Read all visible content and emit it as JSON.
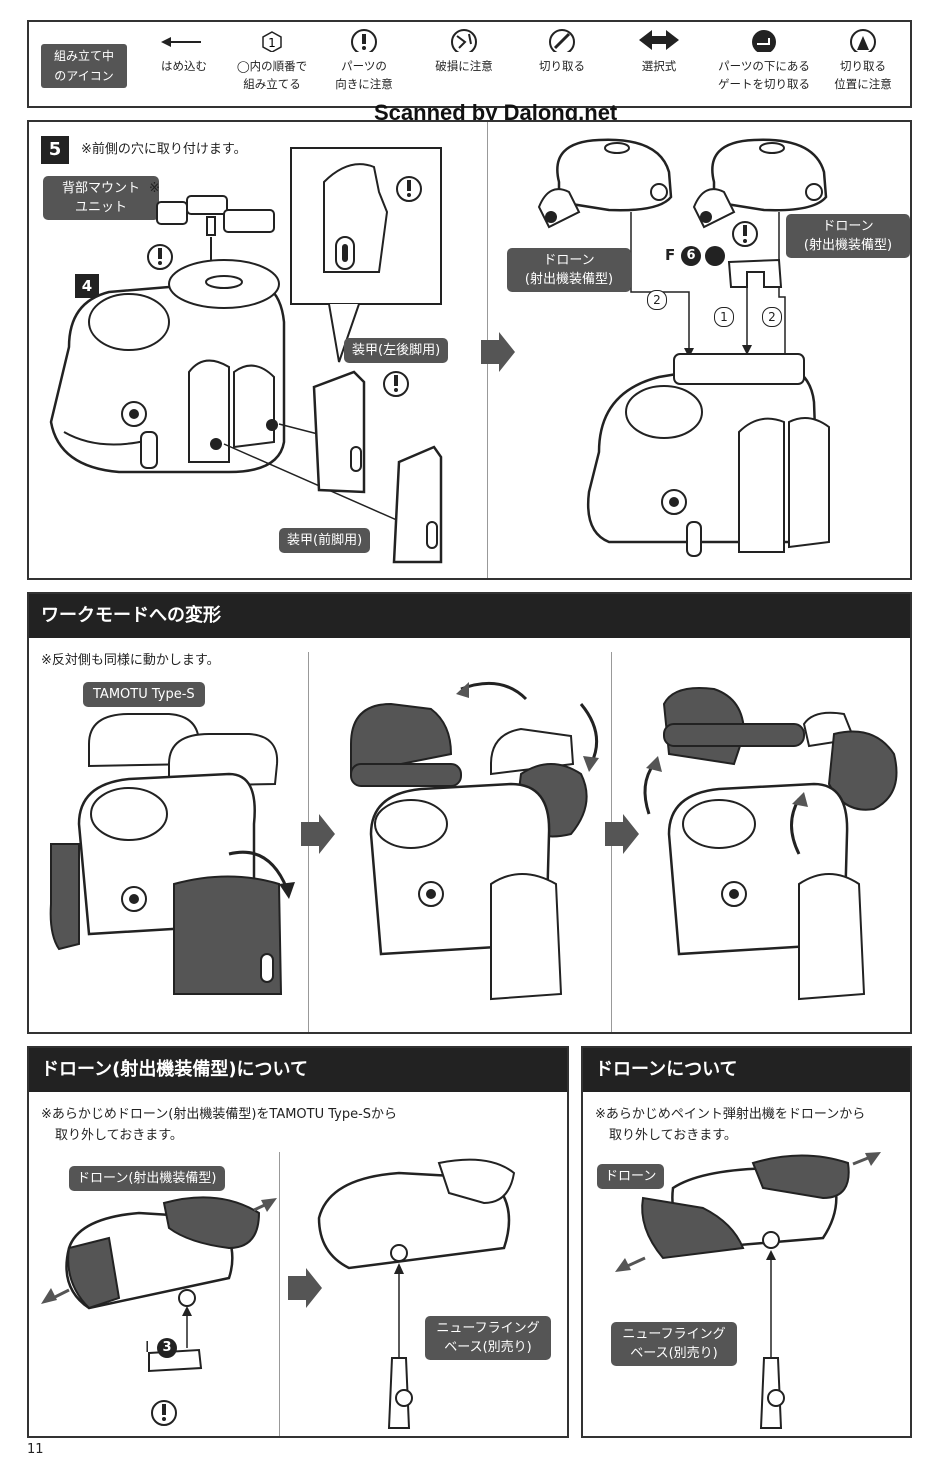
{
  "legend": {
    "badge": [
      "組み立て中",
      "のアイコン"
    ],
    "items": [
      {
        "icon": "arrow-left-icon",
        "lines": [
          "はめ込む"
        ]
      },
      {
        "icon": "circled-one-icon",
        "lines": [
          "◯内の順番で",
          "組み立てる"
        ]
      },
      {
        "icon": "exclamation-icon",
        "lines": [
          "パーツの",
          "向きに注意"
        ]
      },
      {
        "icon": "break-warning-icon",
        "lines": [
          "破損に注意"
        ]
      },
      {
        "icon": "cut-icon",
        "lines": [
          "切り取る"
        ]
      },
      {
        "icon": "double-arrow-icon",
        "lines": [
          "選択式"
        ]
      },
      {
        "icon": "gate-cut-icon",
        "lines": [
          "パーツの下にある",
          "ゲートを切り取る"
        ]
      },
      {
        "icon": "cut-position-icon",
        "lines": [
          "切り取る",
          "位置に注意"
        ]
      }
    ]
  },
  "watermark": "Scanned by Dalong.net",
  "step5": {
    "number": "5",
    "note": "※前側の穴に取り付けます。",
    "sub_step": "4",
    "labels": {
      "back_mount": [
        "背部マウント",
        "ユニット"
      ],
      "back_mount_mark": "※",
      "armor_rear": "装甲(左後脚用)",
      "armor_front": "装甲(前脚用)",
      "drone_launcher_left": [
        "ドローン",
        "(射出機装備型)"
      ],
      "drone_launcher_right": [
        "ドローン",
        "(射出機装備型)"
      ],
      "part_code": "F",
      "part_num": "6",
      "order1": "1",
      "order2a": "2",
      "order2b": "2"
    }
  },
  "work_mode": {
    "title": "ワークモードへの変形",
    "note": "※反対側も同様に動かします。",
    "model_label": "TAMOTU Type-S"
  },
  "drone_launcher": {
    "title": "ドローン(射出機装備型)について",
    "note": [
      "※あらかじめドローン(射出機装備型)をTAMOTU Type-Sから",
      "取り外しておきます。"
    ],
    "label": "ドローン(射出機装備型)",
    "part_code": "I",
    "part_num": "3",
    "base_label": [
      "ニューフライング",
      "ベース(別売り)"
    ]
  },
  "drone": {
    "title": "ドローンについて",
    "note": [
      "※あらかじめペイント弾射出機をドローンから",
      "取り外しておきます。"
    ],
    "label": "ドローン",
    "base_label": [
      "ニューフライング",
      "ベース(別売り)"
    ]
  },
  "page_number": "11"
}
